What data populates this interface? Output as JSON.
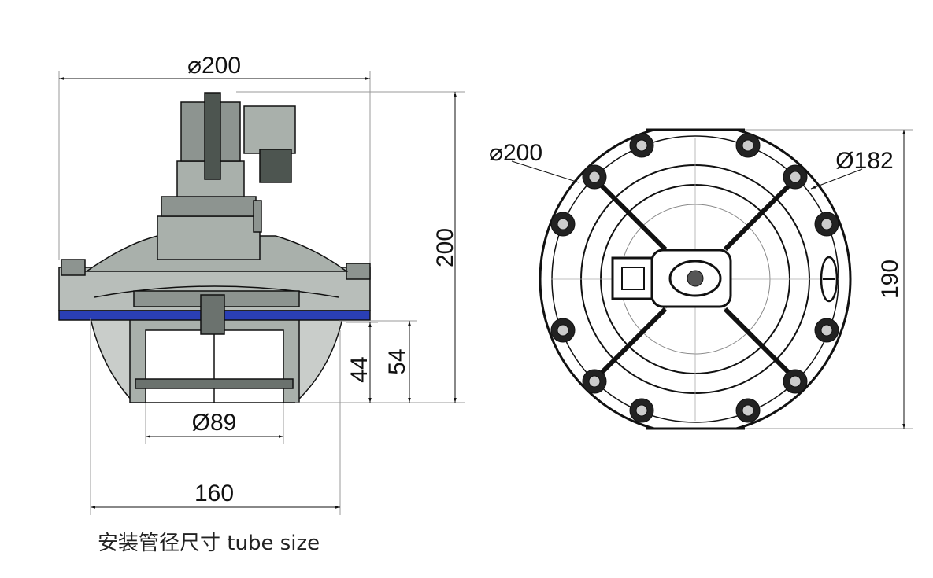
{
  "side_view": {
    "overall_diameter": "⌀200",
    "height": "200",
    "dim_44": "44",
    "dim_54": "54",
    "tube_diameter": "Ø89",
    "width_160": "160"
  },
  "front_view": {
    "outer_diameter": "⌀200",
    "bolt_circle": "Ø182",
    "height": "190"
  },
  "caption": "安装管径尺寸 tube size",
  "colors": {
    "body": "#a9b0ab",
    "dark": "#4d5550",
    "seal": "#2a3fb5"
  }
}
